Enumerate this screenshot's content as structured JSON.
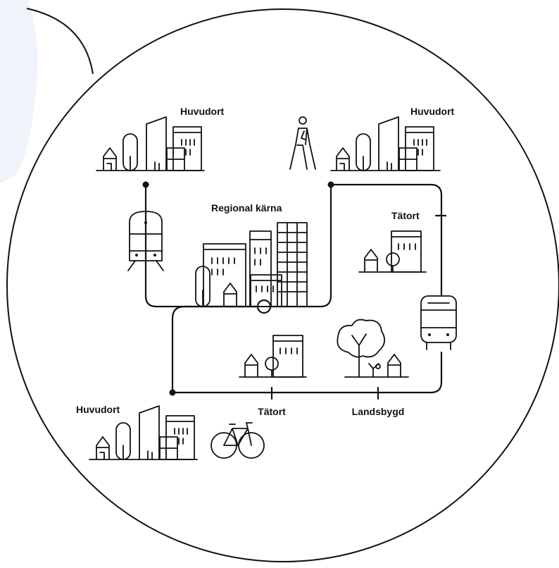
{
  "labels": {
    "capital_top_left": "Huvudort",
    "capital_top_right": "Huvudort",
    "capital_bottom_left": "Huvudort",
    "regional_core": "Regional kärna",
    "town_right": "Tätort",
    "town_bottom": "Tätort",
    "countryside": "Landsbygd"
  },
  "colors": {
    "line": "#111111",
    "background_blob": "#eef4f9"
  },
  "icons": [
    "train-icon",
    "pedestrian-icon",
    "bus-icon",
    "bicycle-icon",
    "tree-icon",
    "flower-icon"
  ]
}
